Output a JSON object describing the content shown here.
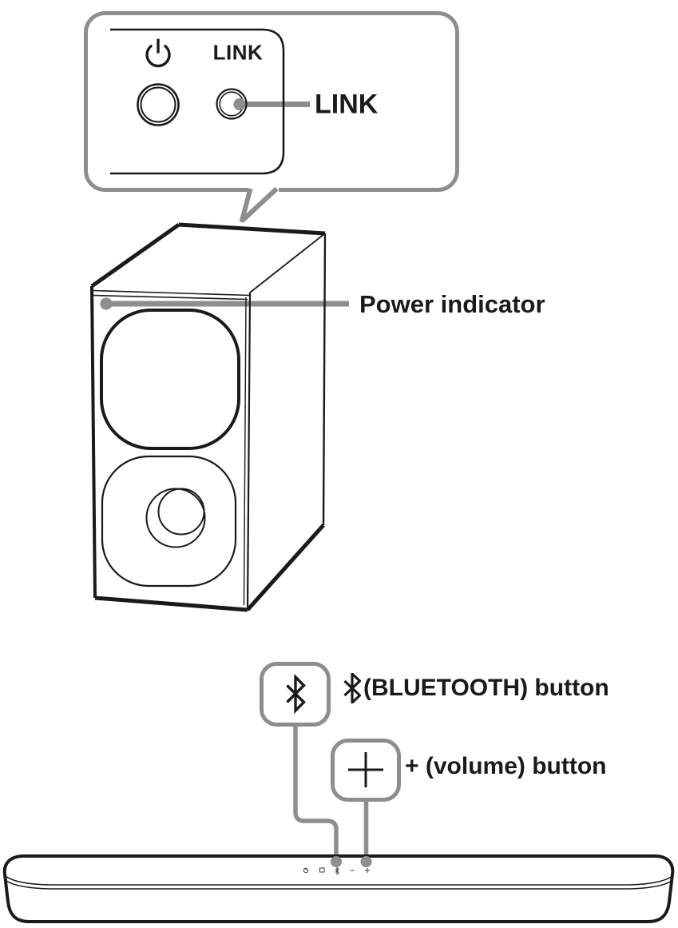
{
  "colors": {
    "accent_gray": "#8e8e8e",
    "ink": "#1a1a1a"
  },
  "callout": {
    "panel_indicator_text": "LINK",
    "panel_icons": [
      "power-icon",
      "link-indicator"
    ],
    "link_label": "LINK"
  },
  "speaker": {
    "power_indicator_label": "Power indicator"
  },
  "soundbar": {
    "bluetooth_label": "(BLUETOOTH) button",
    "volume_label": "+ (volume) button",
    "top_buttons": [
      "power",
      "input",
      "bluetooth",
      "volume-minus",
      "volume-plus"
    ]
  }
}
